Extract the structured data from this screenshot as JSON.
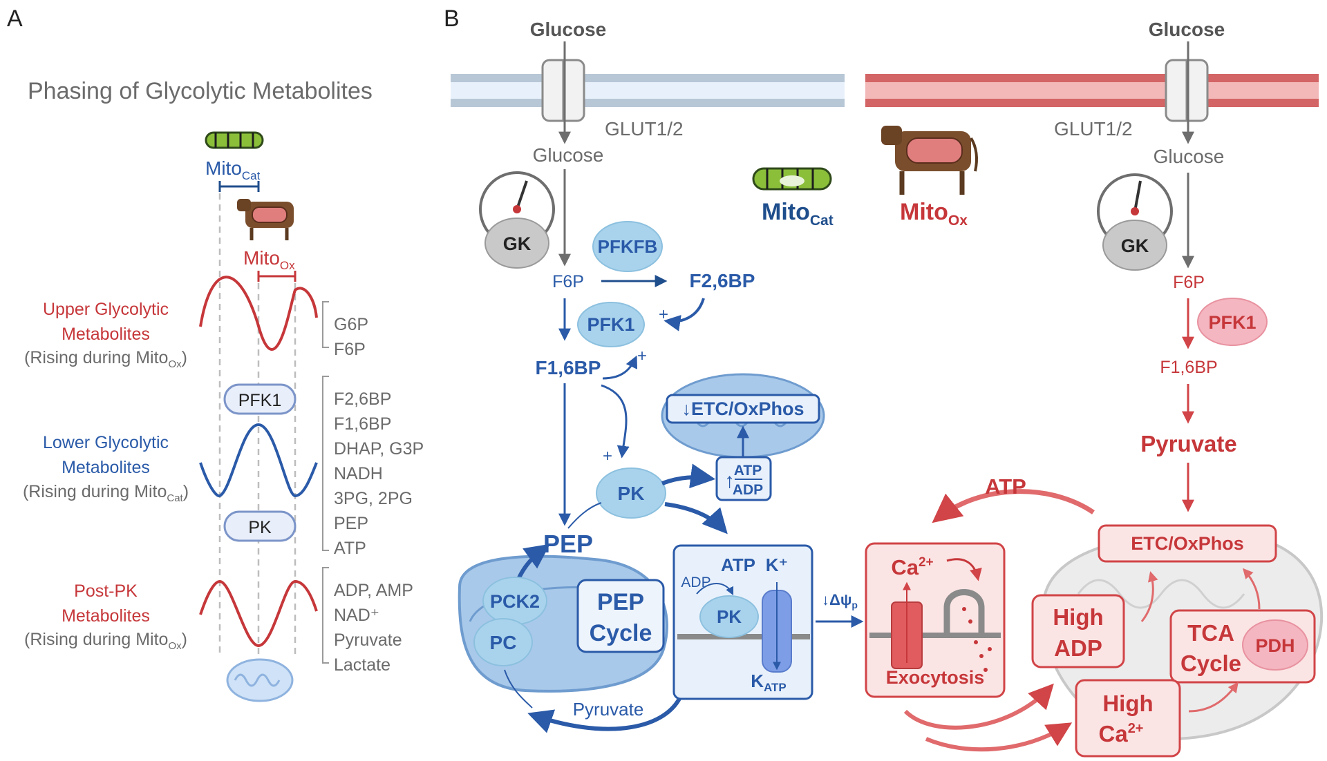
{
  "panel_a": {
    "label": "A",
    "title": "Phasing of Glycolytic Metabolites",
    "mito_cat": {
      "main": "Mito",
      "sub": "Cat"
    },
    "mito_ox": {
      "main": "Mito",
      "sub": "Ox"
    },
    "rows": [
      {
        "line1": "Upper Glycolytic",
        "line2": "Metabolites",
        "rising_prefix": "(Rising during Mito",
        "rising_sub": "Ox",
        "rising_suffix": ")",
        "metabolites": [
          "G6P",
          "F6P"
        ]
      },
      {
        "line1": "Lower Glycolytic",
        "line2": "Metabolites",
        "rising_prefix": "(Rising during Mito",
        "rising_sub": "Cat",
        "rising_suffix": ")",
        "metabolites": [
          "F2,6BP",
          "F1,6BP",
          "DHAP, G3P",
          "NADH",
          "3PG, 2PG",
          "PEP",
          "ATP"
        ]
      },
      {
        "line1": "Post-PK",
        "line2": "Metabolites",
        "rising_prefix": "(Rising during Mito",
        "rising_sub": "Ox",
        "rising_suffix": ")",
        "metabolites": [
          "ADP, AMP",
          "NAD⁺",
          "Pyruvate",
          "Lactate"
        ]
      }
    ],
    "enzyme_pfk1": "PFK1",
    "enzyme_pk": "PK"
  },
  "panel_b": {
    "label": "B",
    "left": {
      "glucose_top": "Glucose",
      "transporter": "GLUT1/2",
      "glucose_in": "Glucose",
      "gk": "GK",
      "pfkfb": "PFKFB",
      "f6p": "F6P",
      "f26bp": "F2,6BP",
      "pfk1": "PFK1",
      "f16bp": "F1,6BP",
      "plus": "+",
      "etc": "ETC/OxPhos",
      "etc_arrow": "↓",
      "atp": "ATP",
      "adp": "ADP",
      "ratio_arrow": "↑",
      "pk": "PK",
      "pep": "PEP",
      "pck2": "PCK2",
      "pc": "PC",
      "pep_cycle_1": "PEP",
      "pep_cycle_2": "Cycle",
      "pyruvate": "Pyruvate",
      "katp_adp": "ADP",
      "katp_atp": "ATP",
      "katp_k": "K⁺",
      "katp_pk": "PK",
      "katp_label": "K",
      "katp_sub": "ATP",
      "delta_psi": "↓Δψ",
      "delta_psi_sub": "p",
      "mito_cat": {
        "main": "Mito",
        "sub": "Cat"
      }
    },
    "right": {
      "glucose_top": "Glucose",
      "transporter": "GLUT1/2",
      "glucose_in": "Glucose",
      "gk": "GK",
      "f6p": "F6P",
      "pfk1": "PFK1",
      "f16bp": "F1,6BP",
      "pyruvate": "Pyruvate",
      "atp": "ATP",
      "etc": "ETC/OxPhos",
      "ca": "Ca",
      "ca_sup": "2+",
      "exocytosis": "Exocytosis",
      "high_adp_1": "High",
      "high_adp_2": "ADP",
      "high_ca_1": "High",
      "high_ca_2": "Ca",
      "high_ca_sup": "2+",
      "tca_1": "TCA",
      "tca_2": "Cycle",
      "pdh": "PDH",
      "mito_ox": {
        "main": "Mito",
        "sub": "Ox"
      }
    }
  },
  "colors": {
    "blue": "#2a5aa8",
    "navy": "#1f4e8c",
    "red": "#c6373a",
    "grey_text": "#6b6b6b",
    "light_blue_fill": "#a9d3ec",
    "light_red_fill": "#fbe4e4"
  },
  "icons": [
    "caterpillar-icon",
    "ox-icon",
    "gauge-icon",
    "glucose-transporter-icon",
    "mitochondrion-icon",
    "katp-channel-icon",
    "calcium-channel-icon",
    "vesicle-icon"
  ]
}
